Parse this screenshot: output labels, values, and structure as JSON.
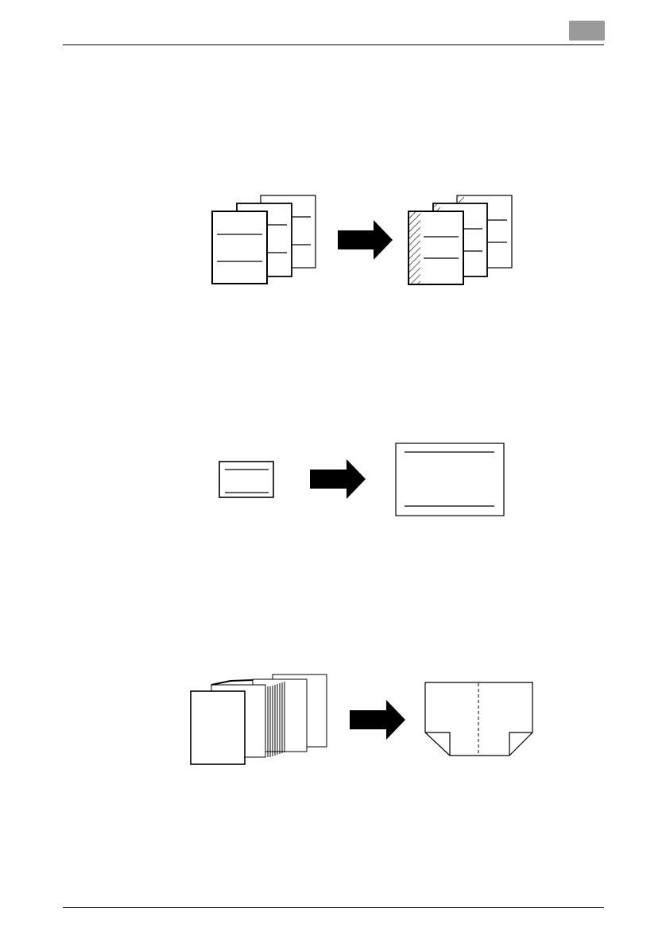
{
  "header": {
    "chapter_tab_color": "#9a9a9a"
  },
  "figures": [
    {
      "name": "binding-margin-figure",
      "icon": "binding-margin-illustration"
    },
    {
      "name": "enlargement-figure",
      "icon": "enlargement-illustration"
    },
    {
      "name": "booklet-fold-figure",
      "icon": "booklet-fold-illustration"
    }
  ]
}
